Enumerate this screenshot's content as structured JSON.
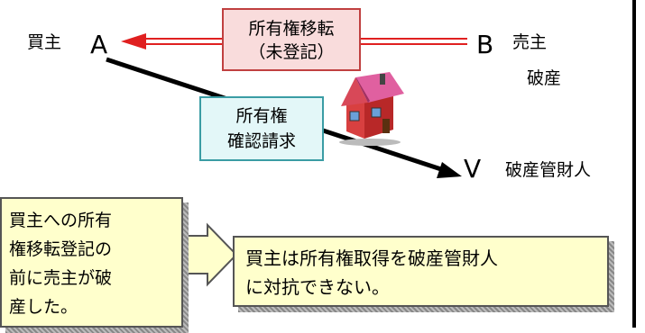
{
  "diagram": {
    "buyer_label": "買主",
    "buyer_letter": "A",
    "seller_letter": "B",
    "seller_label": "売主",
    "seller_status": "破産",
    "trustee_letter": "V",
    "trustee_label": "破産管財人",
    "transfer_box": {
      "line1": "所有権移転",
      "line2": "（未登記）"
    },
    "claim_box": {
      "line1": "所有権",
      "line2": "確認請求"
    },
    "note_box": {
      "lines": [
        "買主への所有",
        "権移転登記の",
        "前に売主が破",
        "産した。"
      ]
    },
    "result_box": {
      "lines": [
        "買主は所有権取得を破産管財人",
        "に対抗できない。"
      ]
    },
    "colors": {
      "transfer_arrow": "#e02020",
      "claim_arrow": "#000000",
      "transfer_fill": "#f9dcdc",
      "claim_fill": "#e3f7f8",
      "note_fill": "#ffffcc",
      "house_wall": "#c83030",
      "house_roof": "#e060a0"
    },
    "icons": {
      "house": "house-icon"
    }
  }
}
